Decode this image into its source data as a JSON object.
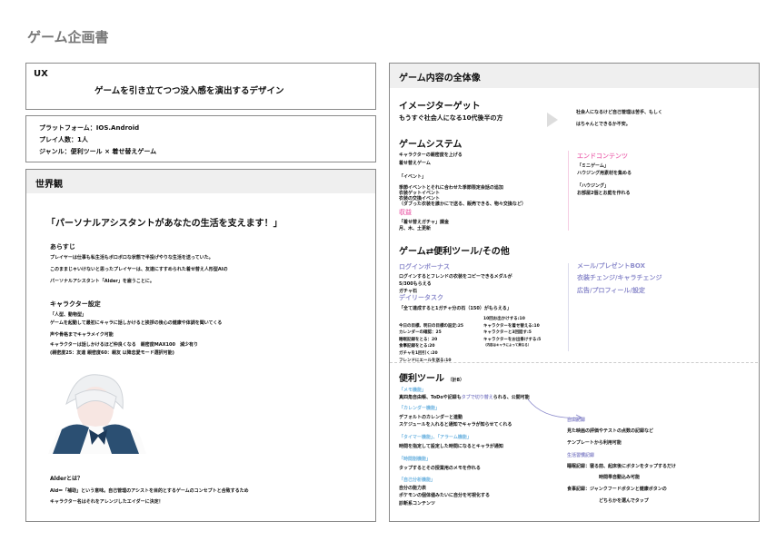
{
  "doc_title": "ゲーム企画書",
  "ux": {
    "label": "UX",
    "tagline": "ゲームを引き立てつつ没入感を演出するデザイン"
  },
  "info": [
    "プラットフォーム：IOS.Android",
    "プレイ人数：1人",
    "ジャンル：便利ツール × 着せ替えゲーム"
  ],
  "world": {
    "header": "世界観",
    "catch": "「パーソナルアシスタントがあなたの生活を支えます！」",
    "synopsis_title": "あらすじ",
    "synopsis": [
      "プレイヤーは仕事も私生活もボロボロな状態で半投げやりな生活を送っていた。",
      "このままじゃいけないと思ったプレイヤーは、友達にすすめられた着せ替え人形型AIの",
      "パーソナルアシスタント「Alder」を雇うことに。"
    ],
    "char_title": "キャラクター設定",
    "char": [
      "「人型、動物型」",
      "ゲームを起動して最初にキャラに話しかけると挨拶の後心の健康や体調を聞いてくる",
      "声や骨格までキャラメイク可能",
      "キャラクターは話しかけるほど仲良くなる　親密度MAX100　減少有り",
      "(親密度25：友達 親密度60：親友 以降恋愛モード選択可能)"
    ],
    "alder_title": "Alderとは？",
    "alder": [
      "Ald＝「補助」という意味。自己管理のアシストを目的とするゲームのコンセプトと合致するため",
      "キャラクター名はそれをアレンジしたエイダーに決定！"
    ]
  },
  "overview": {
    "header": "ゲーム内容の全体像",
    "target_title": "イメージターゲット",
    "target": "もうすぐ社会人になる10代後半の方",
    "target_note": [
      "社会人になるけど自己管理は苦手、もしく",
      "はちゃんとできるか不安。"
    ],
    "system_title": "ゲームシステム",
    "system": [
      "キャラクターの親密度を上げる",
      "着せ替えゲーム"
    ],
    "event_title": "「イベント」",
    "events": [
      "季節イベントとそれに合わせた季節限定会話の追加",
      "衣装ゲットイベント",
      "衣装の交換イベント",
      "（ダブった衣装を誰かにで送る、販売できる、物々交換など）"
    ],
    "revenue_title": "収益",
    "revenue": [
      "「着せ替えガチャ」課金",
      "月、木、土更新"
    ],
    "end_title": "エンドコンテンツ",
    "end": [
      "「ミニゲーム」",
      "ハウジング用素材を集める",
      "「ハウジング」",
      "お部屋2個とお庭を作れる"
    ],
    "link_title": "ゲーム⇄便利ツール/その他",
    "login_title": "ログインボーナス",
    "login": [
      "ログインするとフレンドの衣装をコピーできるメダルが",
      "5/300もらえる",
      "ガチャ石"
    ],
    "daily_title": "デイリータスク",
    "daily_note": "「全て達成すると1ガチャ分の石（150）がもらえる」",
    "tasks_a": [
      "今日の目標、明日の目標の設定:25",
      "カレンダーの確認：25",
      "睡眠記録をとる：20",
      "食事記録をとる:20",
      "ガチャを1回引く:20",
      "フレンドにエールを送る:10"
    ],
    "tasks_b": [
      "10回お出かけする:10",
      "キャラクターを着せ替える:10",
      "キャラクターと3回話す:5",
      "キャラクターをお出掛けする:5"
    ],
    "tasks_b_note": "（内容はキャラによって異なる）",
    "other": [
      "メール/プレゼントBOX",
      "衣装チェンジ/キャラチェンジ",
      "広告/プロフィール/設定"
    ],
    "tools_title": "便利ツール",
    "tools_count": "（計8）",
    "memo_title": "「メモ機能」",
    "memo_a": "真四角自由帳、ToDoや記録も",
    "memo_hl": "タブで切り替え",
    "memo_b": "られる、公開可能",
    "cal_title": "「カレンダー機能」",
    "cal": [
      "デフォルトのカレンダーと連動",
      "スケジュールを入れると通知でキャラが知らせてくれる"
    ],
    "timer_title": "「タイマー機能」、「アラーム機能」",
    "timer": "時間を指定して設定した時間になるとキャラが通知",
    "class_title": "「時間割機能」",
    "class": "タップするとその授業用のメモを作れる",
    "self_title": "「自己分析機能」",
    "self": [
      "自分の能力表",
      "ポケモンの個体値みたいに自分を可視化する",
      "診断系コンテンツ"
    ],
    "free_title": "自由記録",
    "free": [
      "見た映画の評価やテストの点数の記録など",
      "テンプレートから利用可能"
    ],
    "life_title": "生活習慣記録",
    "sleep": [
      "睡眠記録：寝る前、起床後にボタンをタップするだけ",
      "時間帯自動込み可能"
    ],
    "meal": [
      "食事記録：ジャンクフードボタンと健康ボタンの",
      "どちらかを選んでタップ"
    ]
  }
}
